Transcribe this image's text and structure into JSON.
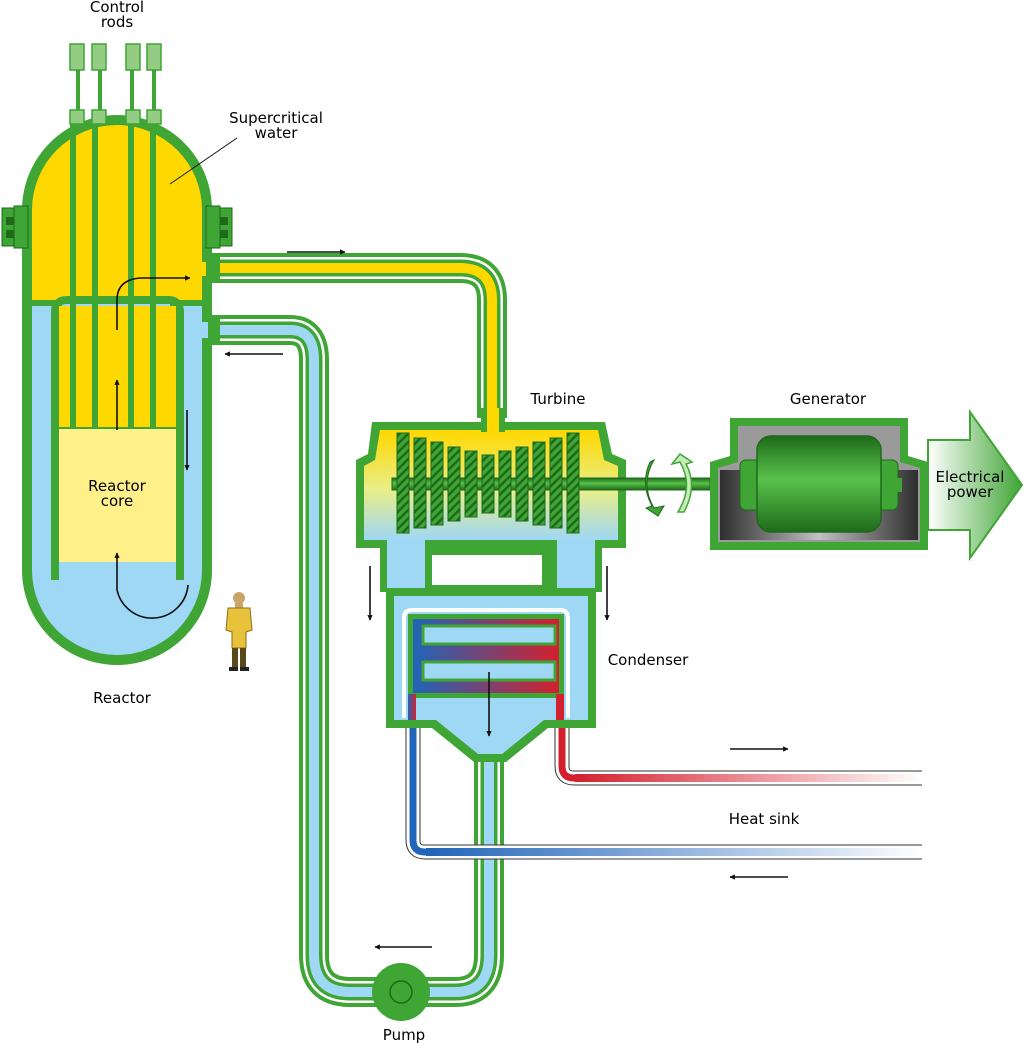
{
  "labels": {
    "control_rods": [
      "Control",
      "rods"
    ],
    "supercritical_water": [
      "Supercritical",
      "water"
    ],
    "reactor_core": [
      "Reactor",
      "core"
    ],
    "reactor": "Reactor",
    "turbine": "Turbine",
    "generator": "Generator",
    "electrical_power": [
      "Electrical",
      "power"
    ],
    "condenser": "Condenser",
    "heat_sink": "Heat sink",
    "pump": "Pump"
  },
  "colors": {
    "vessel_green": "#3fa535",
    "dark_green": "#1e6a1a",
    "supercritical_yellow": "#ffd800",
    "core_yellow": "#fff08a",
    "water_blue": "#9fd8f5",
    "coolant_red": "#d3202e",
    "coolant_blue": "#2065b8",
    "rod_green": "#95cc84",
    "generator_gray": "#9a9a9a"
  }
}
